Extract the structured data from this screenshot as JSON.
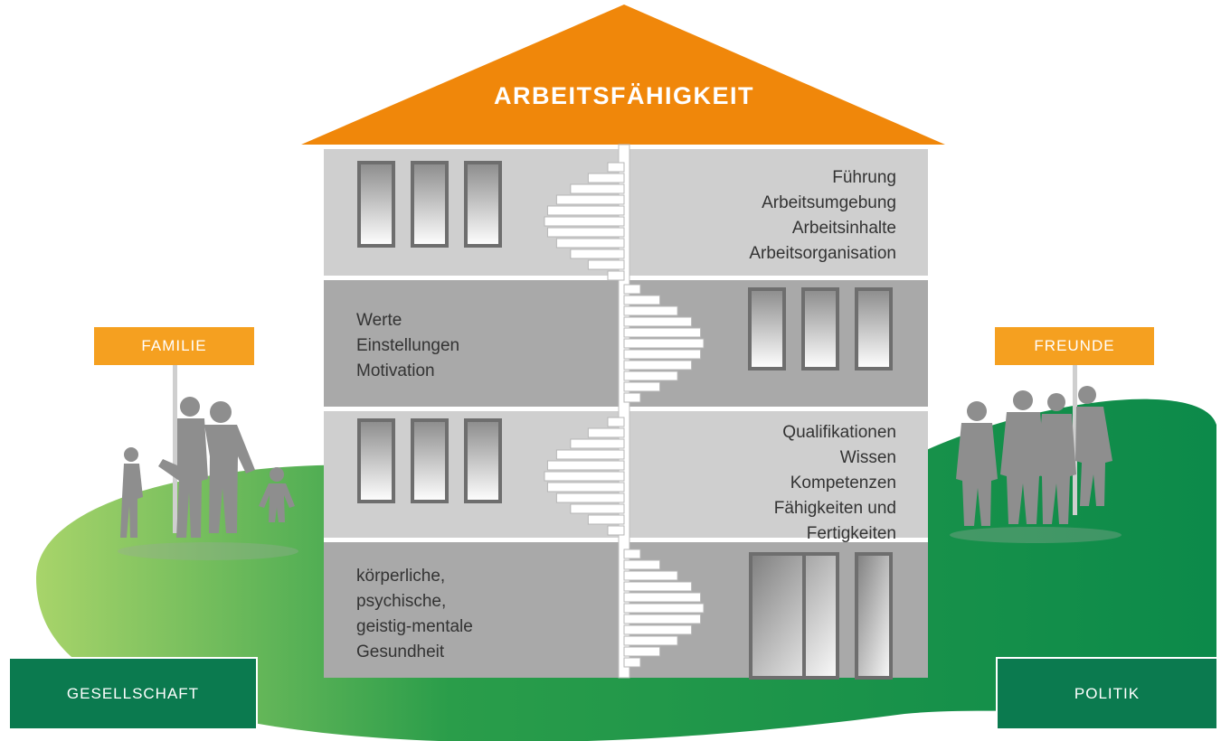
{
  "roof": {
    "title": "ARBEITSFÄHIGKEIT"
  },
  "signs": {
    "left": "FAMILIE",
    "right": "FREUNDE"
  },
  "corners": {
    "left": "GESELLSCHAFT",
    "right": "POLITIK"
  },
  "floors": {
    "floor4": {
      "lines": [
        "Führung",
        "Arbeitsumgebung",
        "Arbeitsinhalte",
        "Arbeitsorganisation"
      ]
    },
    "floor3": {
      "lines": [
        "Werte",
        "Einstellungen",
        "Motivation"
      ]
    },
    "floor2": {
      "lines": [
        "Qualifikationen",
        "Wissen",
        "Kompetenzen",
        "Fähigkeiten und",
        "Fertigkeiten"
      ]
    },
    "floor1": {
      "lines": [
        "körperliche,",
        "psychische,",
        "geistig-mentale",
        "Gesundheit"
      ]
    }
  },
  "colors": {
    "roof": "#f0870a",
    "sign": "#f5a020",
    "ground": "#1f9a4a",
    "corner": "#0b7a4f",
    "floor_light": "#cfcfcf",
    "floor_dark": "#a9a9a9",
    "silhouette": "#8e8e8e"
  },
  "icons": [
    "family-silhouette",
    "friends-silhouette",
    "spiral-staircase",
    "window"
  ]
}
